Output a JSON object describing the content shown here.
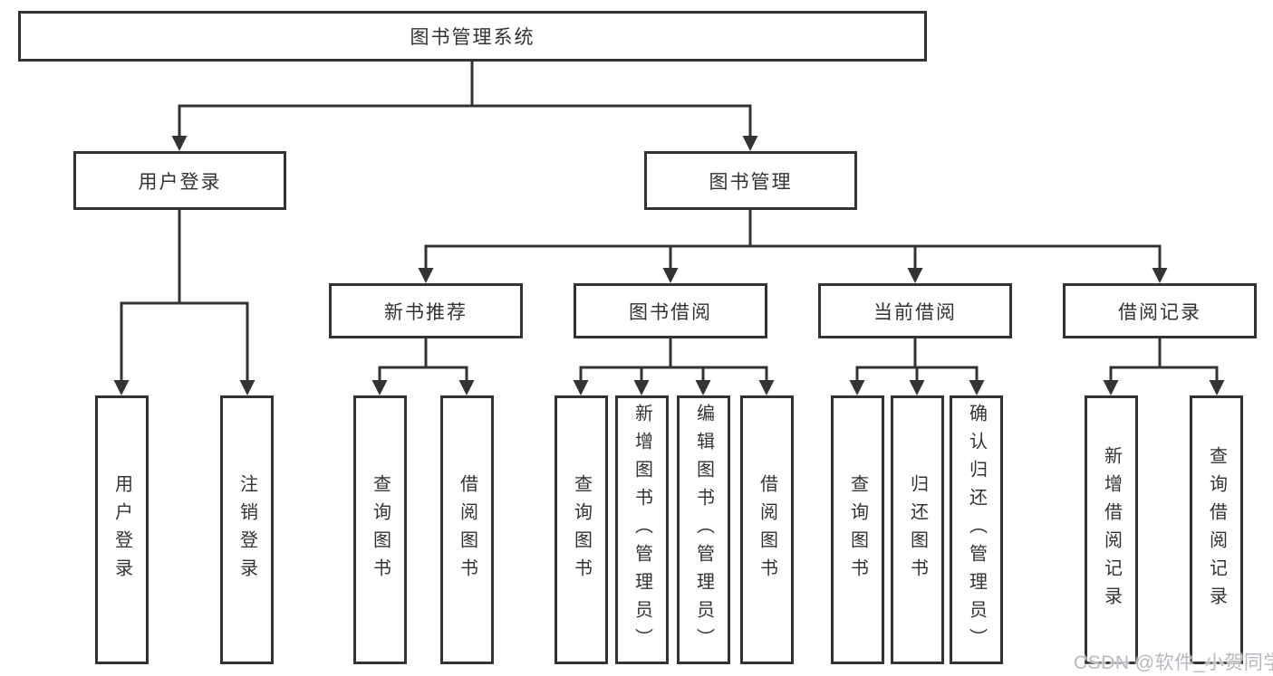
{
  "diagram": {
    "title": "图书管理系统",
    "root": {
      "label": "图书管理系统"
    },
    "level2": [
      {
        "label": "用户登录"
      },
      {
        "label": "图书管理"
      }
    ],
    "level3": [
      {
        "label": "新书推荐"
      },
      {
        "label": "图书借阅"
      },
      {
        "label": "当前借阅"
      },
      {
        "label": "借阅记录"
      }
    ],
    "leaves": [
      {
        "label": "用户登录",
        "parent": "用户登录"
      },
      {
        "label": "注销登录",
        "parent": "用户登录"
      },
      {
        "label": "查询图书",
        "parent": "新书推荐"
      },
      {
        "label": "借阅图书",
        "parent": "新书推荐"
      },
      {
        "label": "查询图书",
        "parent": "图书借阅"
      },
      {
        "label": "新增图书（管理员）",
        "parent": "图书借阅"
      },
      {
        "label": "编辑图书（管理员）",
        "parent": "图书借阅"
      },
      {
        "label": "借阅图书",
        "parent": "图书借阅"
      },
      {
        "label": "查询图书",
        "parent": "当前借阅"
      },
      {
        "label": "归还图书",
        "parent": "当前借阅"
      },
      {
        "label": "确认归还（管理员）",
        "parent": "当前借阅"
      },
      {
        "label": "新增借阅记录",
        "parent": "借阅记录"
      },
      {
        "label": "查询借阅记录",
        "parent": "借阅记录"
      }
    ],
    "colors": {
      "line": "#333333",
      "text": "#333333",
      "background": "#ffffff",
      "watermark": "#b5bac0"
    }
  },
  "watermark": {
    "text": "CSDN @软件_小贺同学"
  }
}
